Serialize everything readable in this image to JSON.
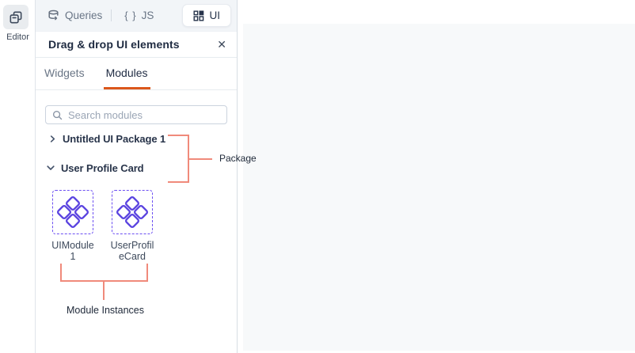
{
  "editor": {
    "label": "Editor"
  },
  "topbar": {
    "queries_label": "Queries",
    "js_braces": "{ }",
    "js_label": "JS",
    "ui_label": "UI"
  },
  "panel": {
    "title": "Drag & drop UI elements",
    "close_glyph": "✕",
    "tabs": {
      "widgets": "Widgets",
      "modules": "Modules"
    },
    "search": {
      "placeholder": "Search modules"
    },
    "tree": {
      "package1": "Untitled UI Package 1",
      "package2": "User Profile Card"
    },
    "modules": [
      {
        "line1": "UIModule",
        "line2": "1",
        "full_name": "UIModule 1"
      },
      {
        "line1": "UserProfil",
        "line2": "eCard",
        "full_name": "UserProfileCard"
      }
    ]
  },
  "annotations": {
    "package": "Package",
    "module_instances": "Module Instances",
    "line_color": "#F08A7B"
  },
  "colors": {
    "accent_orange": "#DB571B",
    "module_purple": "#5B44E0",
    "card_border_purple": "#6C4FF2",
    "canvas_gray": "#F7F9FA"
  }
}
